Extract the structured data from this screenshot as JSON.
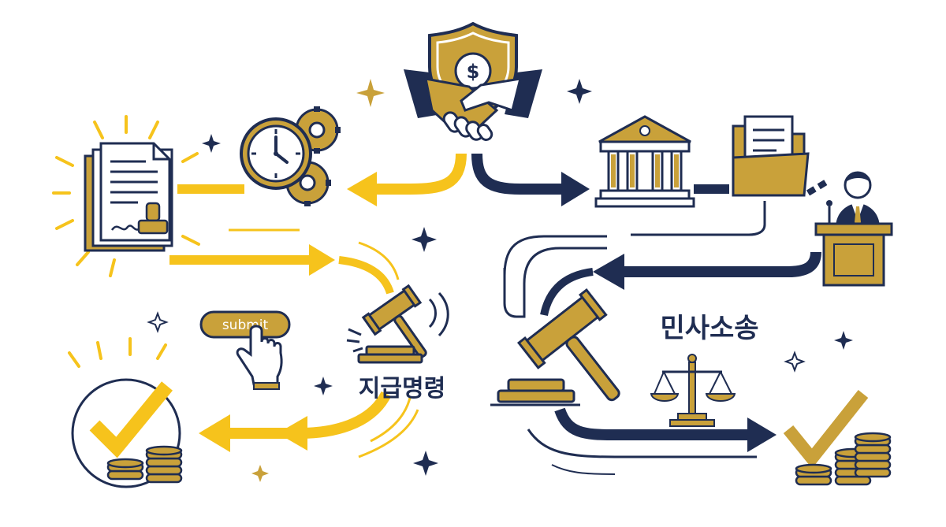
{
  "labels": {
    "payment_order": "지급명령",
    "civil_lawsuit": "민사소송",
    "submit": "submit"
  },
  "icons": {
    "document": "document-with-stamp-icon",
    "clock_gears": "clock-and-gears-icon",
    "handshake": "handshake-shield-dollar-icon",
    "court": "courthouse-icon",
    "folder": "document-folder-icon",
    "speaker": "person-at-podium-icon",
    "gavel_left": "gavel-icon",
    "gavel_right": "gavel-icon",
    "scales": "scales-of-justice-icon",
    "check_coins_left": "checkmark-coins-icon",
    "check_coins_right": "checkmark-coins-icon",
    "cursor": "hand-cursor-icon"
  },
  "colors": {
    "navy": "#1f2d52",
    "gold": "#c9a13a",
    "yellow": "#f6c31c",
    "white": "#ffffff"
  }
}
